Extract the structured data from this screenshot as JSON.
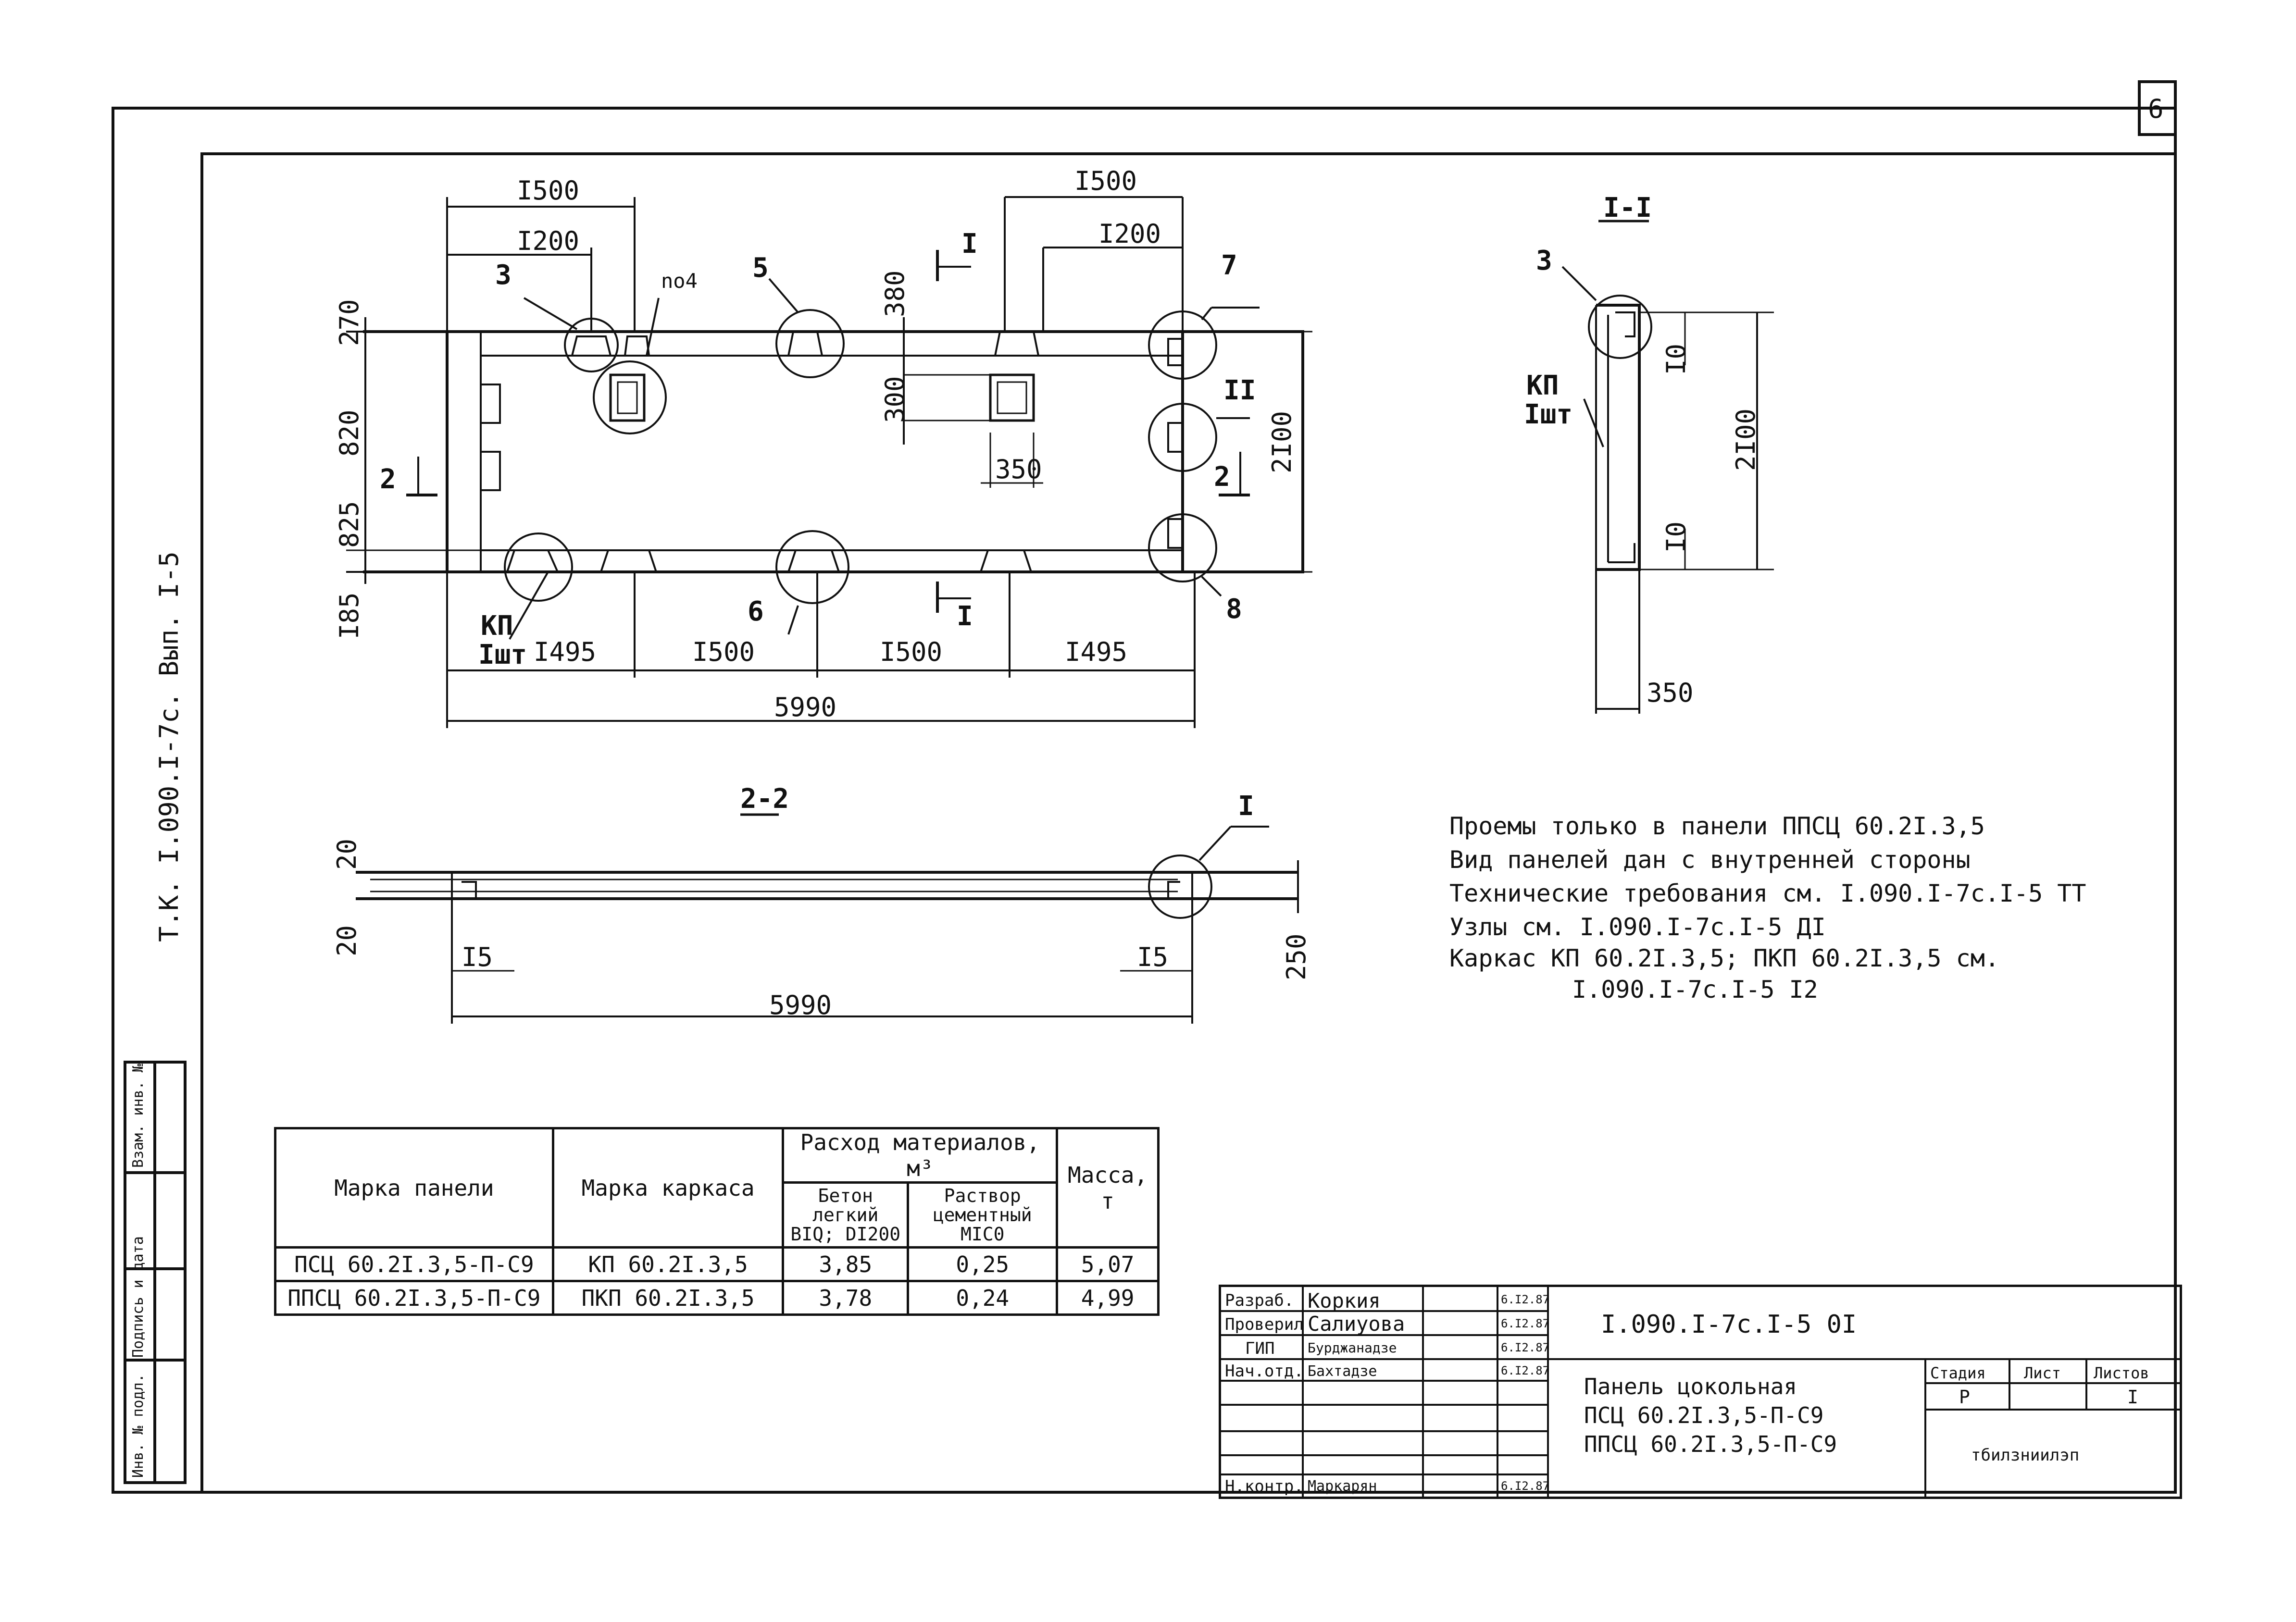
{
  "sheet": {
    "page_number": "6",
    "side_code": "Т.К. I.090.I-7с. Вып. I-5",
    "side_stamp": [
      "Инв. № подл.",
      "Подпись и дата",
      "Взам. инв. №"
    ]
  },
  "elevation": {
    "dims_top": [
      "I500",
      "I200",
      "I500",
      "I200"
    ],
    "dims_left": [
      "270",
      "820",
      "825",
      "I85"
    ],
    "dims_inner": [
      "380",
      "300",
      "350"
    ],
    "dims_right": "2I00",
    "dims_bottom": [
      "I495",
      "I500",
      "I500",
      "I495"
    ],
    "dim_total": "5990",
    "callouts": [
      "3",
      "5",
      "7",
      "II",
      "6",
      "8"
    ],
    "hole_label": "no4",
    "frame_label": [
      "КП",
      "Iшт"
    ],
    "section_marks": [
      "I",
      "I",
      "2",
      "2"
    ]
  },
  "section_1_1": {
    "title": "I-I",
    "callout": "3",
    "frame_label": [
      "КП",
      "Iшт"
    ],
    "dims": [
      "I0",
      "2I00",
      "I0",
      "350"
    ]
  },
  "section_2_2": {
    "title": "2-2",
    "callout": "I",
    "dims": [
      "20",
      "20",
      "I5",
      "I5",
      "250",
      "5990"
    ]
  },
  "notes": [
    "Проемы только в панели ППСЦ 60.2I.3,5",
    "Вид панелей дан с внутренней стороны",
    "Технические требования см. I.090.I-7с.I-5 ТТ",
    "Узлы см.    I.090.I-7с.I-5 ДI",
    "Каркас  КП 60.2I.3,5;  ПКП 60.2I.3,5 см.",
    "I.090.I-7с.I-5 I2"
  ],
  "materials_table": {
    "headers": {
      "panel": "Марка панели",
      "frame": "Марка каркаса",
      "materials": "Расход материалов, м³",
      "concrete": [
        "Бетон",
        "легкий",
        "BIQ; DI200"
      ],
      "mortar": [
        "Раствор",
        "цементный",
        "MIC0"
      ],
      "mass": [
        "Масса,",
        "т"
      ]
    },
    "rows": [
      [
        "ПСЦ 60.2I.3,5-П-С9",
        "КП 60.2I.3,5",
        "3,85",
        "0,25",
        "5,07"
      ],
      [
        "ППСЦ 60.2I.3,5-П-С9",
        "ПКП 60.2I.3,5",
        "3,78",
        "0,24",
        "4,99"
      ]
    ]
  },
  "title_block": {
    "roles": [
      "Разраб.",
      "Проверил",
      "ГИП",
      "Нач.отд.",
      "Н.контр."
    ],
    "names": [
      "Коркия",
      "Салиуова",
      "Бурджанадзе",
      "Бахтадзе",
      "Маркарян"
    ],
    "dates": [
      "6.I2.87",
      "6.I2.87",
      "6.I2.87",
      "6.I2.87",
      "6.I2.87"
    ],
    "document_code": "I.090.I-7с.I-5 0I",
    "title_lines": [
      "Панель цокольная",
      "ПСЦ 60.2I.3,5-П-С9",
      "ППСЦ 60.2I.3,5-П-С9"
    ],
    "stage_label": "Стадия",
    "sheet_label": "Лист",
    "sheets_label": "Листов",
    "stage_value": "Р",
    "sheets_value": "I",
    "organization": "тбилзниилэп"
  },
  "colors": {
    "ink": "#111111",
    "paper": "#ffffff"
  }
}
